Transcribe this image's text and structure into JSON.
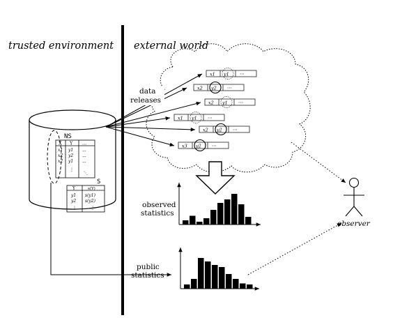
{
  "labels": {
    "trusted_environment": "trusted environment",
    "external_world": "external world",
    "data_releases_line1": "data",
    "data_releases_line2": "releases",
    "observed_statistics_line1": "observed",
    "observed_statistics_line2": "statistics",
    "public_statistics_line1": "public",
    "public_statistics_line2": "statistics",
    "observer": "observer"
  },
  "database": {
    "ns_table": {
      "title": "NS",
      "headers": [
        "X",
        "Y",
        "..."
      ],
      "rows": [
        [
          "x1",
          "y1",
          "..."
        ],
        [
          "x2",
          "y2",
          "..."
        ],
        [
          "x2",
          "y1",
          "..."
        ]
      ]
    },
    "s_table": {
      "title": "S",
      "headers": [
        "Y",
        "s(Y)"
      ],
      "rows": [
        [
          "y1",
          "s(y1)"
        ],
        [
          "y2",
          "s(y2)"
        ]
      ]
    }
  },
  "releases": [
    {
      "x": "x1",
      "y": "y1",
      "circle": "dotted"
    },
    {
      "x": "x2",
      "y": "y2",
      "circle": "solid"
    },
    {
      "x": "x2",
      "y": "y1",
      "circle": "dotted"
    },
    {
      "x": "x1",
      "y": "y1",
      "circle": "dotted"
    },
    {
      "x": "x2",
      "y": "y2",
      "circle": "solid"
    },
    {
      "x": "x3",
      "y": "y2",
      "circle": "solid"
    }
  ],
  "histograms": {
    "observed": [
      0.12,
      0.25,
      0.08,
      0.18,
      0.42,
      0.62,
      0.72,
      0.88,
      0.58,
      0.22
    ],
    "public": [
      0.12,
      0.28,
      0.88,
      0.78,
      0.68,
      0.62,
      0.42,
      0.28,
      0.15,
      0.12
    ]
  }
}
